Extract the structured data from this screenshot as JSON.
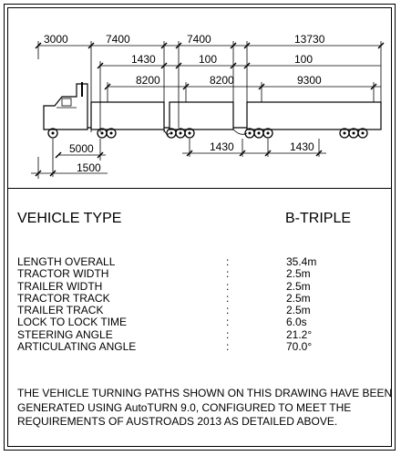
{
  "dimensions": {
    "front_overhang": "3000",
    "len_1": "7400",
    "len_2": "7400",
    "len_3": "13730",
    "gap_1": "1430",
    "gap_2": "100",
    "gap_3": "100",
    "wb_1": "8200",
    "wb_2": "8200",
    "wb_3": "9300",
    "tractor_wb": "5000",
    "tractor_front": "1500",
    "bottom_1": "1430",
    "bottom_2": "1430"
  },
  "vehicle": {
    "type_label": "VEHICLE TYPE",
    "type_value": "B-TRIPLE"
  },
  "specs": [
    {
      "label": "LENGTH OVERALL",
      "colon": ":",
      "value": "35.4m"
    },
    {
      "label": "TRACTOR WIDTH",
      "colon": ":",
      "value": "2.5m"
    },
    {
      "label": "TRAILER WIDTH",
      "colon": ":",
      "value": "2.5m"
    },
    {
      "label": "TRACTOR TRACK",
      "colon": ":",
      "value": "2.5m"
    },
    {
      "label": "TRAILER TRACK",
      "colon": ":",
      "value": "2.5m"
    },
    {
      "label": "LOCK TO LOCK TIME",
      "colon": ":",
      "value": "6.0s"
    },
    {
      "label": "STEERING ANGLE",
      "colon": ":",
      "value": "21.2°"
    },
    {
      "label": "ARTICULATING ANGLE",
      "colon": ":",
      "value": "70.0°"
    }
  ],
  "note": "THE VEHICLE TURNING PATHS SHOWN ON THIS DRAWING HAVE BEEN GENERATED USING AutoTURN 9.0, CONFIGURED TO MEET THE REQUIREMENTS OF AUSTROADS 2013 AS DETAILED ABOVE."
}
